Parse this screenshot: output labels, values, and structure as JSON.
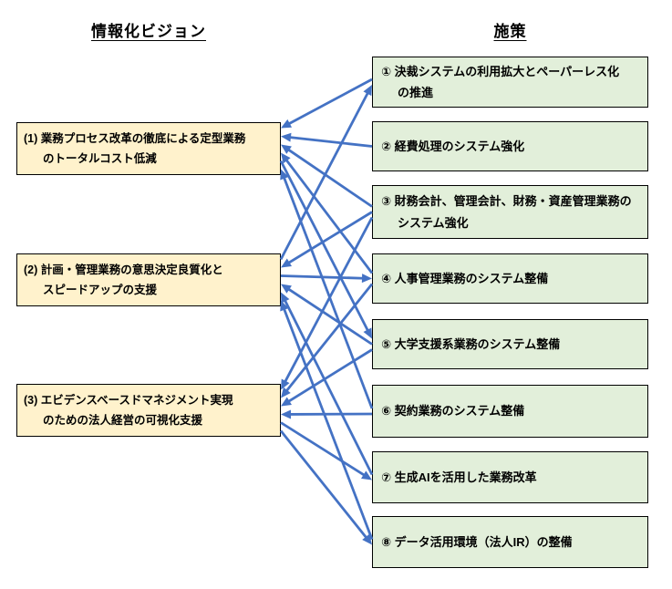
{
  "headers": {
    "vision": "情報化ビジョン",
    "measures": "施策"
  },
  "visions": [
    {
      "id": "v1",
      "text": "(1) 業務プロセス改革の徹底による定型業務\nのトータルコスト低減"
    },
    {
      "id": "v2",
      "text": "(2) 計画・管理業務の意思決定良質化と\nスピードアップの支援"
    },
    {
      "id": "v3",
      "text": "(3) エビデンスベースドマネジメント実現\nのための法人経営の可視化支援"
    }
  ],
  "measures": [
    {
      "id": "m1",
      "text": "① 決裁システムの利用拡大とペーパーレス化\nの推進"
    },
    {
      "id": "m2",
      "text": "② 経費処理のシステム強化"
    },
    {
      "id": "m3",
      "text": "③ 財務会計、管理会計、財務・資産管理業務の\nシステム強化"
    },
    {
      "id": "m4",
      "text": "④ 人事管理業務のシステム整備"
    },
    {
      "id": "m5",
      "text": "⑤ 大学支援系業務のシステム整備"
    },
    {
      "id": "m6",
      "text": "⑥ 契約業務のシステム整備"
    },
    {
      "id": "m7",
      "text": "⑦ 生成AIを活用した業務改革"
    },
    {
      "id": "m8",
      "text": "⑧ データ活用環境（法人IR）の整備"
    }
  ],
  "connections": [
    {
      "from": "m1",
      "to": "v1"
    },
    {
      "from": "v2",
      "to": "m1"
    },
    {
      "from": "m2",
      "to": "v1"
    },
    {
      "from": "m3",
      "to": "v1"
    },
    {
      "from": "m3",
      "to": "v2"
    },
    {
      "from": "m3",
      "to": "v3"
    },
    {
      "from": "m4",
      "to": "v1"
    },
    {
      "from": "v2",
      "to": "m4"
    },
    {
      "from": "m4",
      "to": "v3"
    },
    {
      "from": "m5",
      "to": "v2"
    },
    {
      "from": "v1",
      "to": "m5"
    },
    {
      "from": "m5",
      "to": "v3"
    },
    {
      "from": "m6",
      "to": "v1"
    },
    {
      "from": "m6",
      "to": "v3"
    },
    {
      "from": "m7",
      "to": "v2"
    },
    {
      "from": "v3",
      "to": "m7"
    },
    {
      "from": "m8",
      "to": "v2"
    },
    {
      "from": "v3",
      "to": "m8"
    }
  ],
  "colors": {
    "arrow": "#4472C4",
    "vision_fill": "#FFF2CC",
    "measure_fill": "#E2EFDA",
    "box_border": "#000000"
  }
}
